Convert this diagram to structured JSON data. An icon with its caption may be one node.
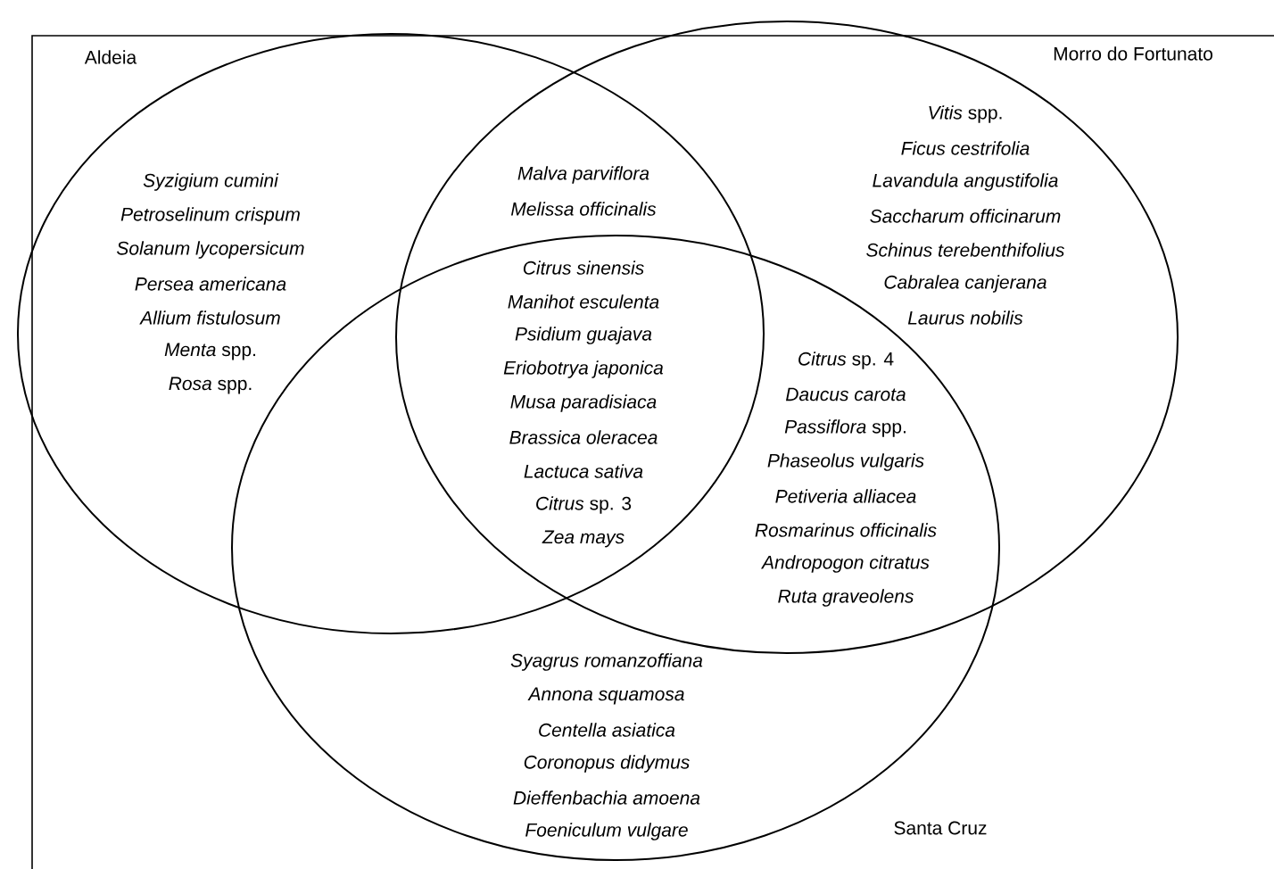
{
  "diagram": {
    "nodes": [
      {
        "text": [
          "Aldeia"
        ]
      },
      {
        "text": [
          "Morro do Fortunato"
        ]
      },
      {
        "text": [
          "Santa Cruz"
        ]
      }
    ],
    "edges": [],
    "labels": [
      "Syzigium cumini",
      "Petroselinum crispum",
      "Solanum lycopersicum",
      "Persea americana",
      "Allium fistulosum",
      "*Menta* spp.",
      "*Rosa* spp.",
      "Malva parviflora",
      "Melissa officinalis",
      "*Vitis* spp.",
      "Ficus cestrifolia",
      "Lavandula angustifolia",
      "Saccharum officinarum",
      "Schinus terebenthifolius",
      "Cabralea canjerana",
      "Laurus nobilis",
      "Citrus sinensis",
      "Manihot esculenta",
      "Psidium guajava",
      "Eriobotrya japonica",
      "Musa paradisiaca",
      "Brassica oleracea",
      "Lactuca sativa",
      "*Citrus* sp. 3",
      "Zea mays",
      "*Citrus* sp. 4",
      "Daucus carota",
      "*Passiflora* spp.",
      "Phaseolus vulgaris",
      "Petiveria alliacea",
      "Rosmarinus officinalis",
      "Andropogon citratus",
      "Ruta graveolens",
      "Syagrus romanzoffiana",
      "Annona squamosa",
      "Centella asiatica",
      "Coronopus didymus",
      "Dieffenbachia amoena",
      "Foeniculum vulgare"
    ]
  }
}
